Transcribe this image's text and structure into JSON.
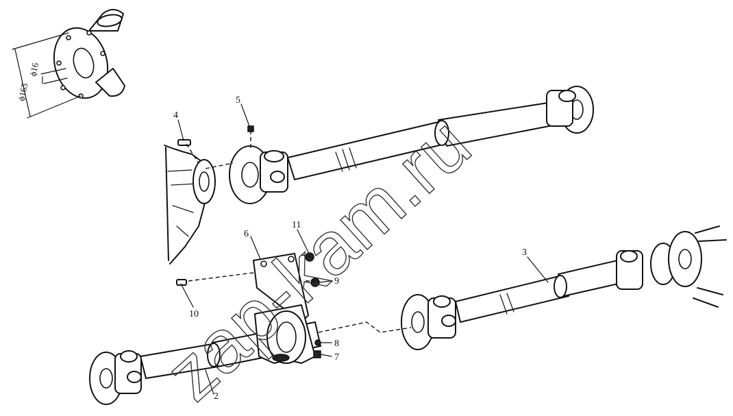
{
  "callouts": [
    {
      "id": "c1",
      "text": "2"
    },
    {
      "id": "c2",
      "text": "3"
    },
    {
      "id": "c3",
      "text": "4"
    },
    {
      "id": "c4",
      "text": "5"
    },
    {
      "id": "c5",
      "text": "6"
    },
    {
      "id": "c6",
      "text": "7"
    },
    {
      "id": "c7",
      "text": "8"
    },
    {
      "id": "c8",
      "text": "9"
    },
    {
      "id": "c9",
      "text": "10"
    },
    {
      "id": "c10",
      "text": "11"
    }
  ],
  "dimensions": {
    "outer": "ϕ165",
    "bolt": "ϕ16"
  },
  "watermark": "zap-kam.ru"
}
